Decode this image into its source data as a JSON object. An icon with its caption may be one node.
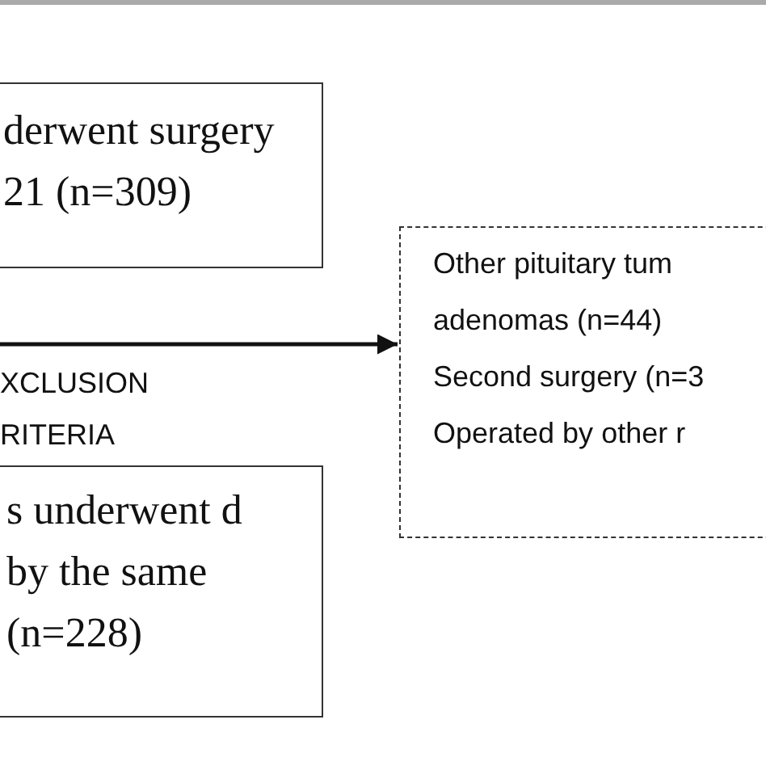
{
  "diagram": {
    "nodes": [
      {
        "text": [
          "derwent surgery 21 (n=309)"
        ]
      },
      {
        "text": [
          "s underwent d by the same (n=228)"
        ]
      },
      {
        "text": [
          "Other pituitary tum adenomas (n=44)",
          "Second surgery (n=3",
          "Operated by other r"
        ]
      }
    ],
    "edges": [
      {
        "from": null,
        "to": 2,
        "arrow": "to",
        "label": "XCLUSION RITERIA"
      }
    ]
  }
}
